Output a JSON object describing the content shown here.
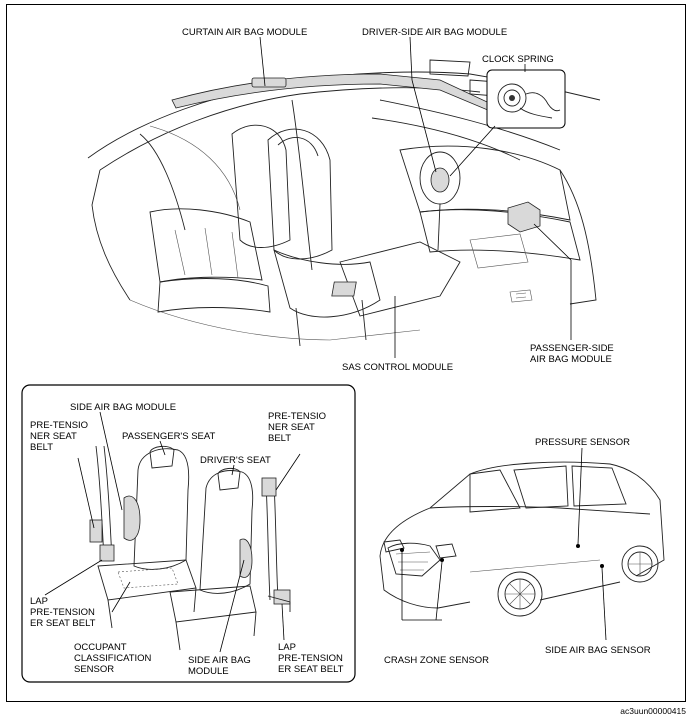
{
  "labels": {
    "curtain_air_bag_module": "CURTAIN AIR BAG MODULE",
    "driver_side_air_bag_module": "DRIVER-SIDE AIR BAG MODULE",
    "clock_spring": "CLOCK SPRING",
    "sas_control_module": "SAS CONTROL MODULE",
    "passenger_side_air_bag_module_l1": "PASSENGER-SIDE",
    "passenger_side_air_bag_module_l2": "AIR BAG MODULE",
    "side_air_bag_module": "SIDE AIR BAG MODULE",
    "pretensioner_left_l1": "PRE-TENSIO",
    "pretensioner_left_l2": "NER SEAT",
    "pretensioner_left_l3": "BELT",
    "passengers_seat": "PASSENGER'S SEAT",
    "pretensioner_right_l1": "PRE-TENSIO",
    "pretensioner_right_l2": "NER SEAT",
    "pretensioner_right_l3": "BELT",
    "drivers_seat": "DRIVER'S SEAT",
    "lap_pretensioner_left_l1": "LAP",
    "lap_pretensioner_left_l2": "PRE-TENSION",
    "lap_pretensioner_left_l3": "ER SEAT BELT",
    "occupant_classification_l1": "OCCUPANT",
    "occupant_classification_l2": "CLASSIFICATION",
    "occupant_classification_l3": "SENSOR",
    "side_air_bag_module_bottom_l1": "SIDE AIR BAG",
    "side_air_bag_module_bottom_l2": "MODULE",
    "lap_pretensioner_right_l1": "LAP",
    "lap_pretensioner_right_l2": "PRE-TENSION",
    "lap_pretensioner_right_l3": "ER SEAT BELT",
    "pressure_sensor": "PRESSURE SENSOR",
    "crash_zone_sensor": "CRASH ZONE SENSOR",
    "side_air_bag_sensor": "SIDE AIR BAG SENSOR"
  },
  "figure_code": "ac3uun00000415"
}
